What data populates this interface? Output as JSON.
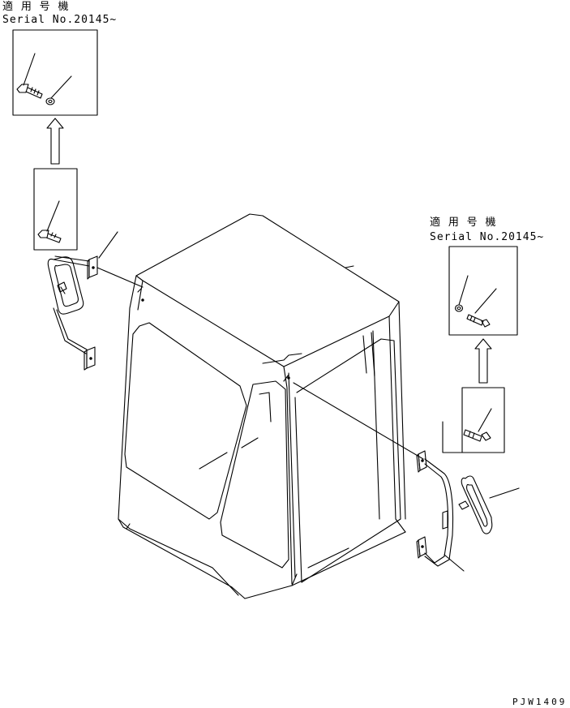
{
  "diagram": {
    "left_detail": {
      "applicable_label": "適 用 号 機",
      "serial_label": "Serial No.20145~"
    },
    "right_detail": {
      "applicable_label": "適 用 号 機",
      "serial_label": "Serial No.20145~"
    },
    "drawing_code": "PJW1409"
  }
}
